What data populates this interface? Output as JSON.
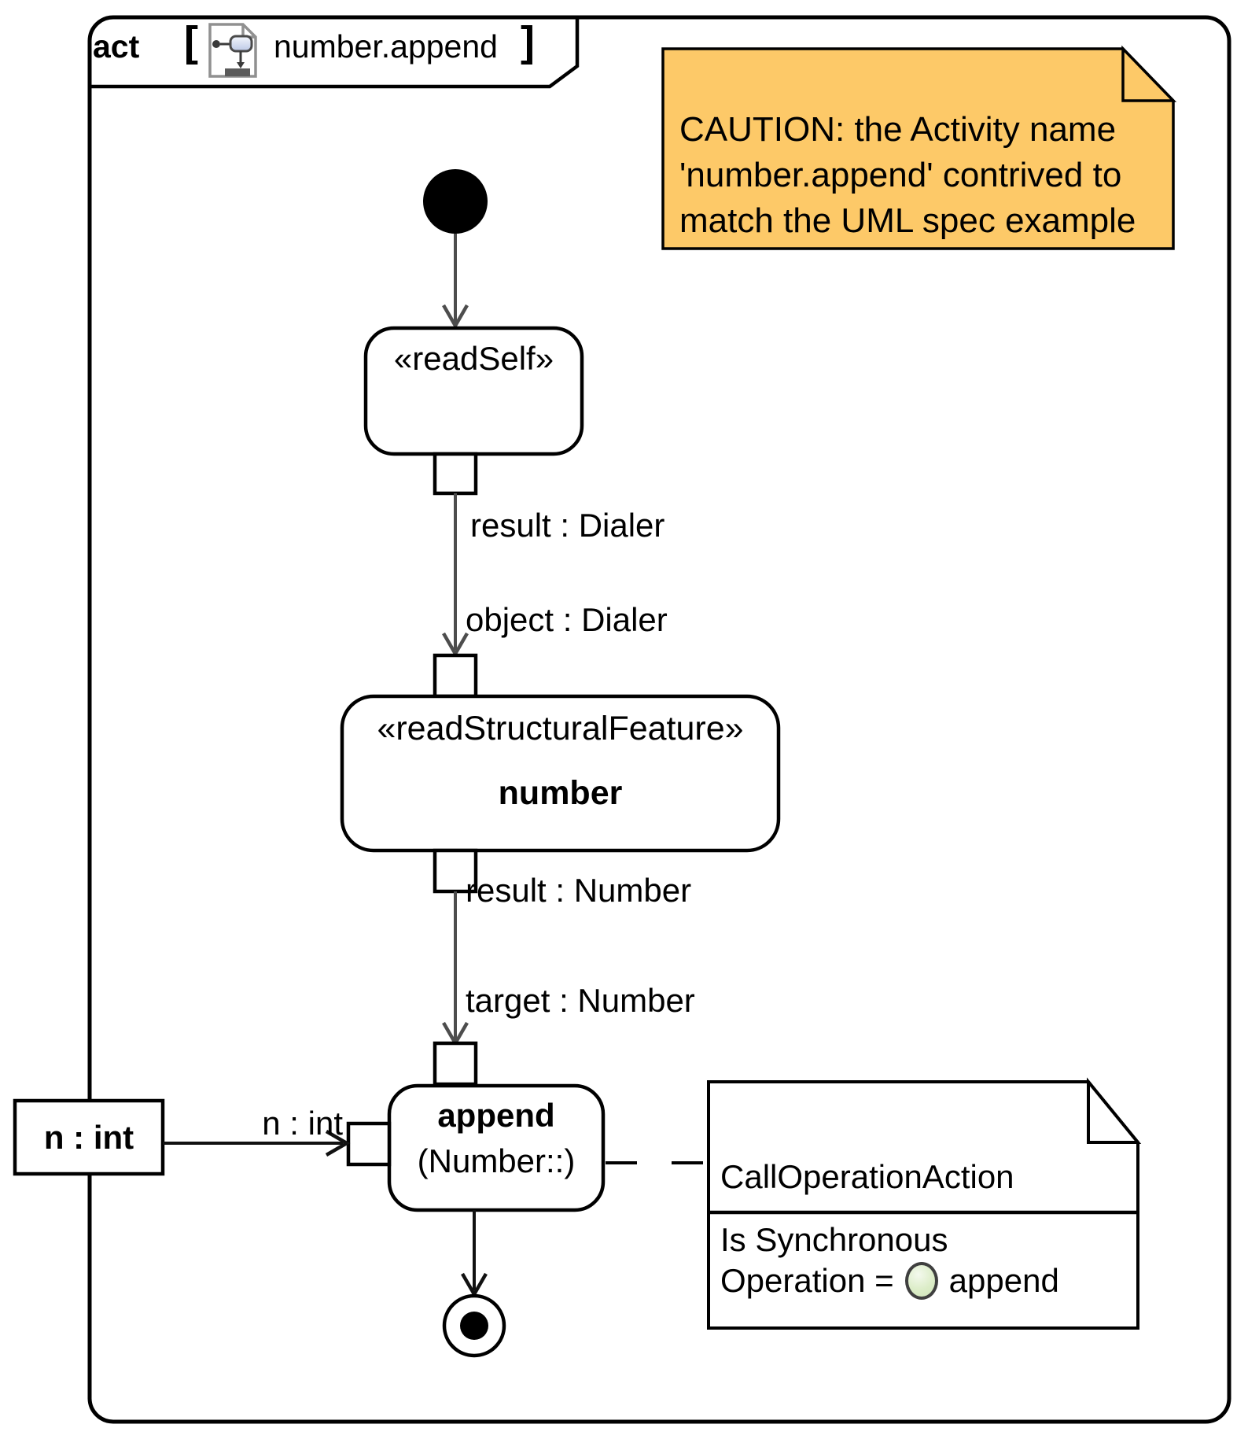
{
  "frame": {
    "keyword": "act",
    "bracket_open": "[",
    "diagram_name": "number.append",
    "bracket_close": "]"
  },
  "caution_note": {
    "line1": "CAUTION: the Activity name",
    "line2": "'number.append' contrived to",
    "line3": "match the UML spec example"
  },
  "nodes": {
    "read_self": {
      "stereotype": "«readSelf»"
    },
    "read_structural_feature": {
      "stereotype": "«readStructuralFeature»",
      "name": "number"
    },
    "append": {
      "name": "append",
      "qualifier": "(Number::)"
    },
    "parameter": {
      "label": "n : int"
    }
  },
  "edge_labels": {
    "result_dialer": "result : Dialer",
    "object_dialer": "object : Dialer",
    "result_number": "result : Number",
    "target_number": "target : Number",
    "n_int": "n : int"
  },
  "spec_note": {
    "title": "CallOperationAction",
    "line1": "Is Synchronous",
    "operation_prefix": "Operation =",
    "operation_value": "append"
  },
  "colors": {
    "caution_note_fill": "#FDC968",
    "operation_icon_fill": "#DCEDC8",
    "flow_edge_color": "#4D4D4D"
  }
}
